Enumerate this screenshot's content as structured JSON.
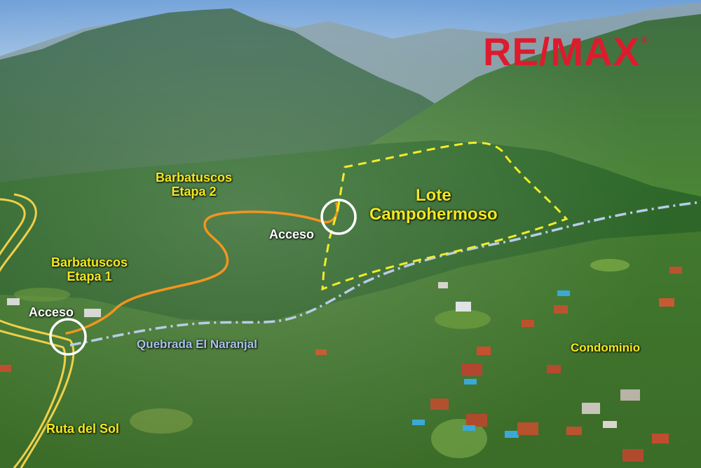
{
  "brand": {
    "name": "RE/MAX",
    "color": "#dc1c2e"
  },
  "labels": {
    "barbatuscos_etapa2": [
      "Barbatuscos",
      "Etapa 2"
    ],
    "barbatuscos_etapa1": [
      "Barbatuscos",
      "Etapa 1"
    ],
    "lote": [
      "Lote",
      "Campohermoso"
    ],
    "acceso_upper": "Acceso",
    "acceso_lower": "Acceso",
    "quebrada": "Quebrada El Naranjal",
    "condominio": "Condominio",
    "ruta": "Ruta del Sol"
  },
  "colors": {
    "label_yellow": "#f3e81f",
    "lot_boundary": "#f1ec2a",
    "access_road": "#f2941f",
    "stream_line": "#b9cbe8",
    "highway": "#f0cf4a",
    "access_circle": "#ffffff"
  },
  "legend_features": {
    "lot_boundary": "yellow-dashed-polygon",
    "access_road": "orange-line",
    "stream": "dash-dot-line",
    "access_points": "white-circle"
  }
}
